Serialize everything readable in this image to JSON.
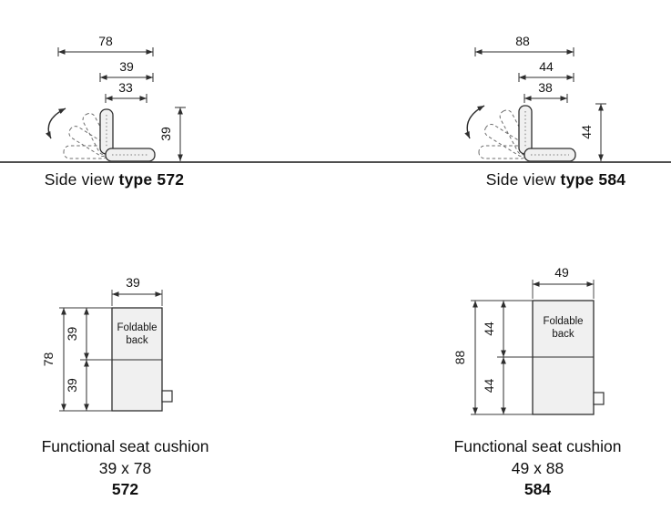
{
  "side_views": [
    {
      "dim_total": "78",
      "dim_seat": "39",
      "dim_inner": "33",
      "dim_height": "39",
      "label_prefix": "Side view ",
      "label_type": "type 572"
    },
    {
      "dim_total": "88",
      "dim_seat": "44",
      "dim_inner": "38",
      "dim_height": "44",
      "label_prefix": "Side view ",
      "label_type": "type 584"
    }
  ],
  "top_views": [
    {
      "dim_width": "39",
      "dim_total": "78",
      "dim_upper": "39",
      "dim_lower": "39",
      "box_line1": "Foldable",
      "box_line2": "back",
      "caption": "Functional seat cushion",
      "size_label": "39 x 78",
      "type_label": "572"
    },
    {
      "dim_width": "49",
      "dim_total": "88",
      "dim_upper": "44",
      "dim_lower": "44",
      "box_line1": "Foldable",
      "box_line2": "back",
      "caption": "Functional seat cushion",
      "size_label": "49 x 88",
      "type_label": "584"
    }
  ],
  "colors": {
    "line": "#2e2e2e",
    "cushion_fill": "#f0f0f0",
    "ground": "#4f4f4f"
  }
}
